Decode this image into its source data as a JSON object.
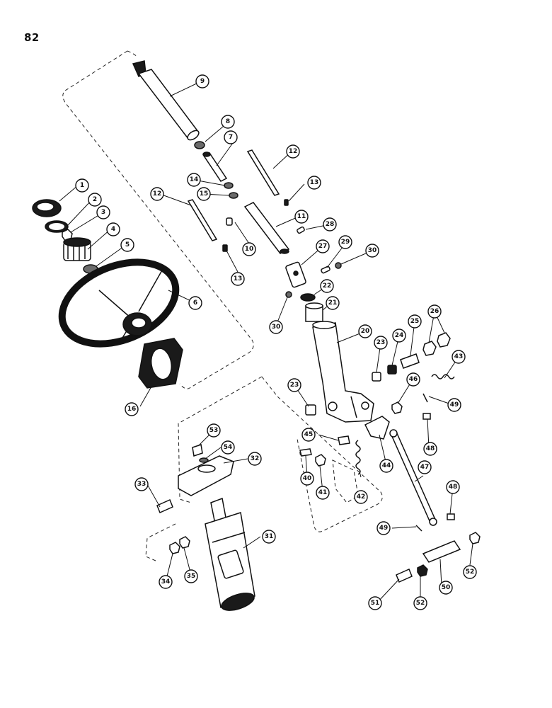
{
  "page": {
    "number": "82"
  },
  "callouts": [
    "1",
    "2",
    "3",
    "4",
    "5",
    "6",
    "7",
    "8",
    "9",
    "10",
    "11",
    "12",
    "12",
    "13",
    "13",
    "14",
    "15",
    "16",
    "20",
    "21",
    "22",
    "23",
    "23",
    "24",
    "25",
    "26",
    "27",
    "28",
    "29",
    "30",
    "30",
    "31",
    "32",
    "33",
    "34",
    "35",
    "40",
    "41",
    "42",
    "43",
    "44",
    "45",
    "46",
    "47",
    "48",
    "48",
    "49",
    "49",
    "50",
    "51",
    "52",
    "52",
    "53",
    "54"
  ],
  "colors": {
    "ink": "#111111",
    "paper": "#ffffff",
    "shade": "#6b6b6b"
  }
}
